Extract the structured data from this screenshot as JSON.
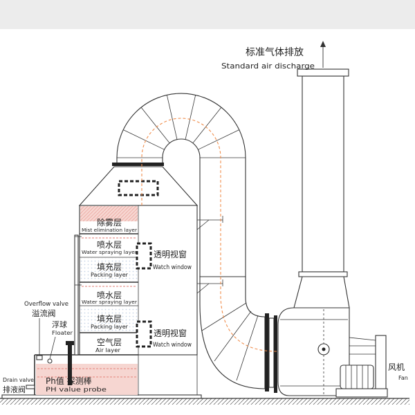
{
  "diagram": {
    "discharge": {
      "cn": "标准气体排放",
      "en": "Standard air discharge"
    },
    "fan": {
      "cn": "风机",
      "en": "Fan"
    },
    "overflow_valve": {
      "en": "Overflow valve",
      "cn": "溢流阀"
    },
    "floater": {
      "cn": "浮球",
      "en": "Floater"
    },
    "drain_valve": {
      "en": "Drain valve",
      "cn": "排液阀"
    },
    "ph_probe": {
      "cn": "Ph值 探测棒",
      "en": "PH value probe"
    },
    "layers": [
      {
        "cn": "除雾层",
        "en": "Mist elimination layer"
      },
      {
        "cn": "喷水层",
        "en": "Water spraying layer"
      },
      {
        "cn": "填充层",
        "en": "Packing layer"
      },
      {
        "cn": "喷水层",
        "en": "Water spraying layer"
      },
      {
        "cn": "填充层",
        "en": "Packing layer"
      },
      {
        "cn": "空气层",
        "en": "Air layer"
      }
    ],
    "watch_windows": [
      {
        "cn": "透明视窗",
        "en": "Watch window"
      },
      {
        "cn": "透明视窗",
        "en": "Watch window"
      }
    ]
  },
  "colors": {
    "line": "#333333",
    "water": "#f6d6d1",
    "spray": "#e8958c",
    "gas_flow": "#f08c4a",
    "packing": "#c7d4e6",
    "top_band": "#ececec"
  }
}
